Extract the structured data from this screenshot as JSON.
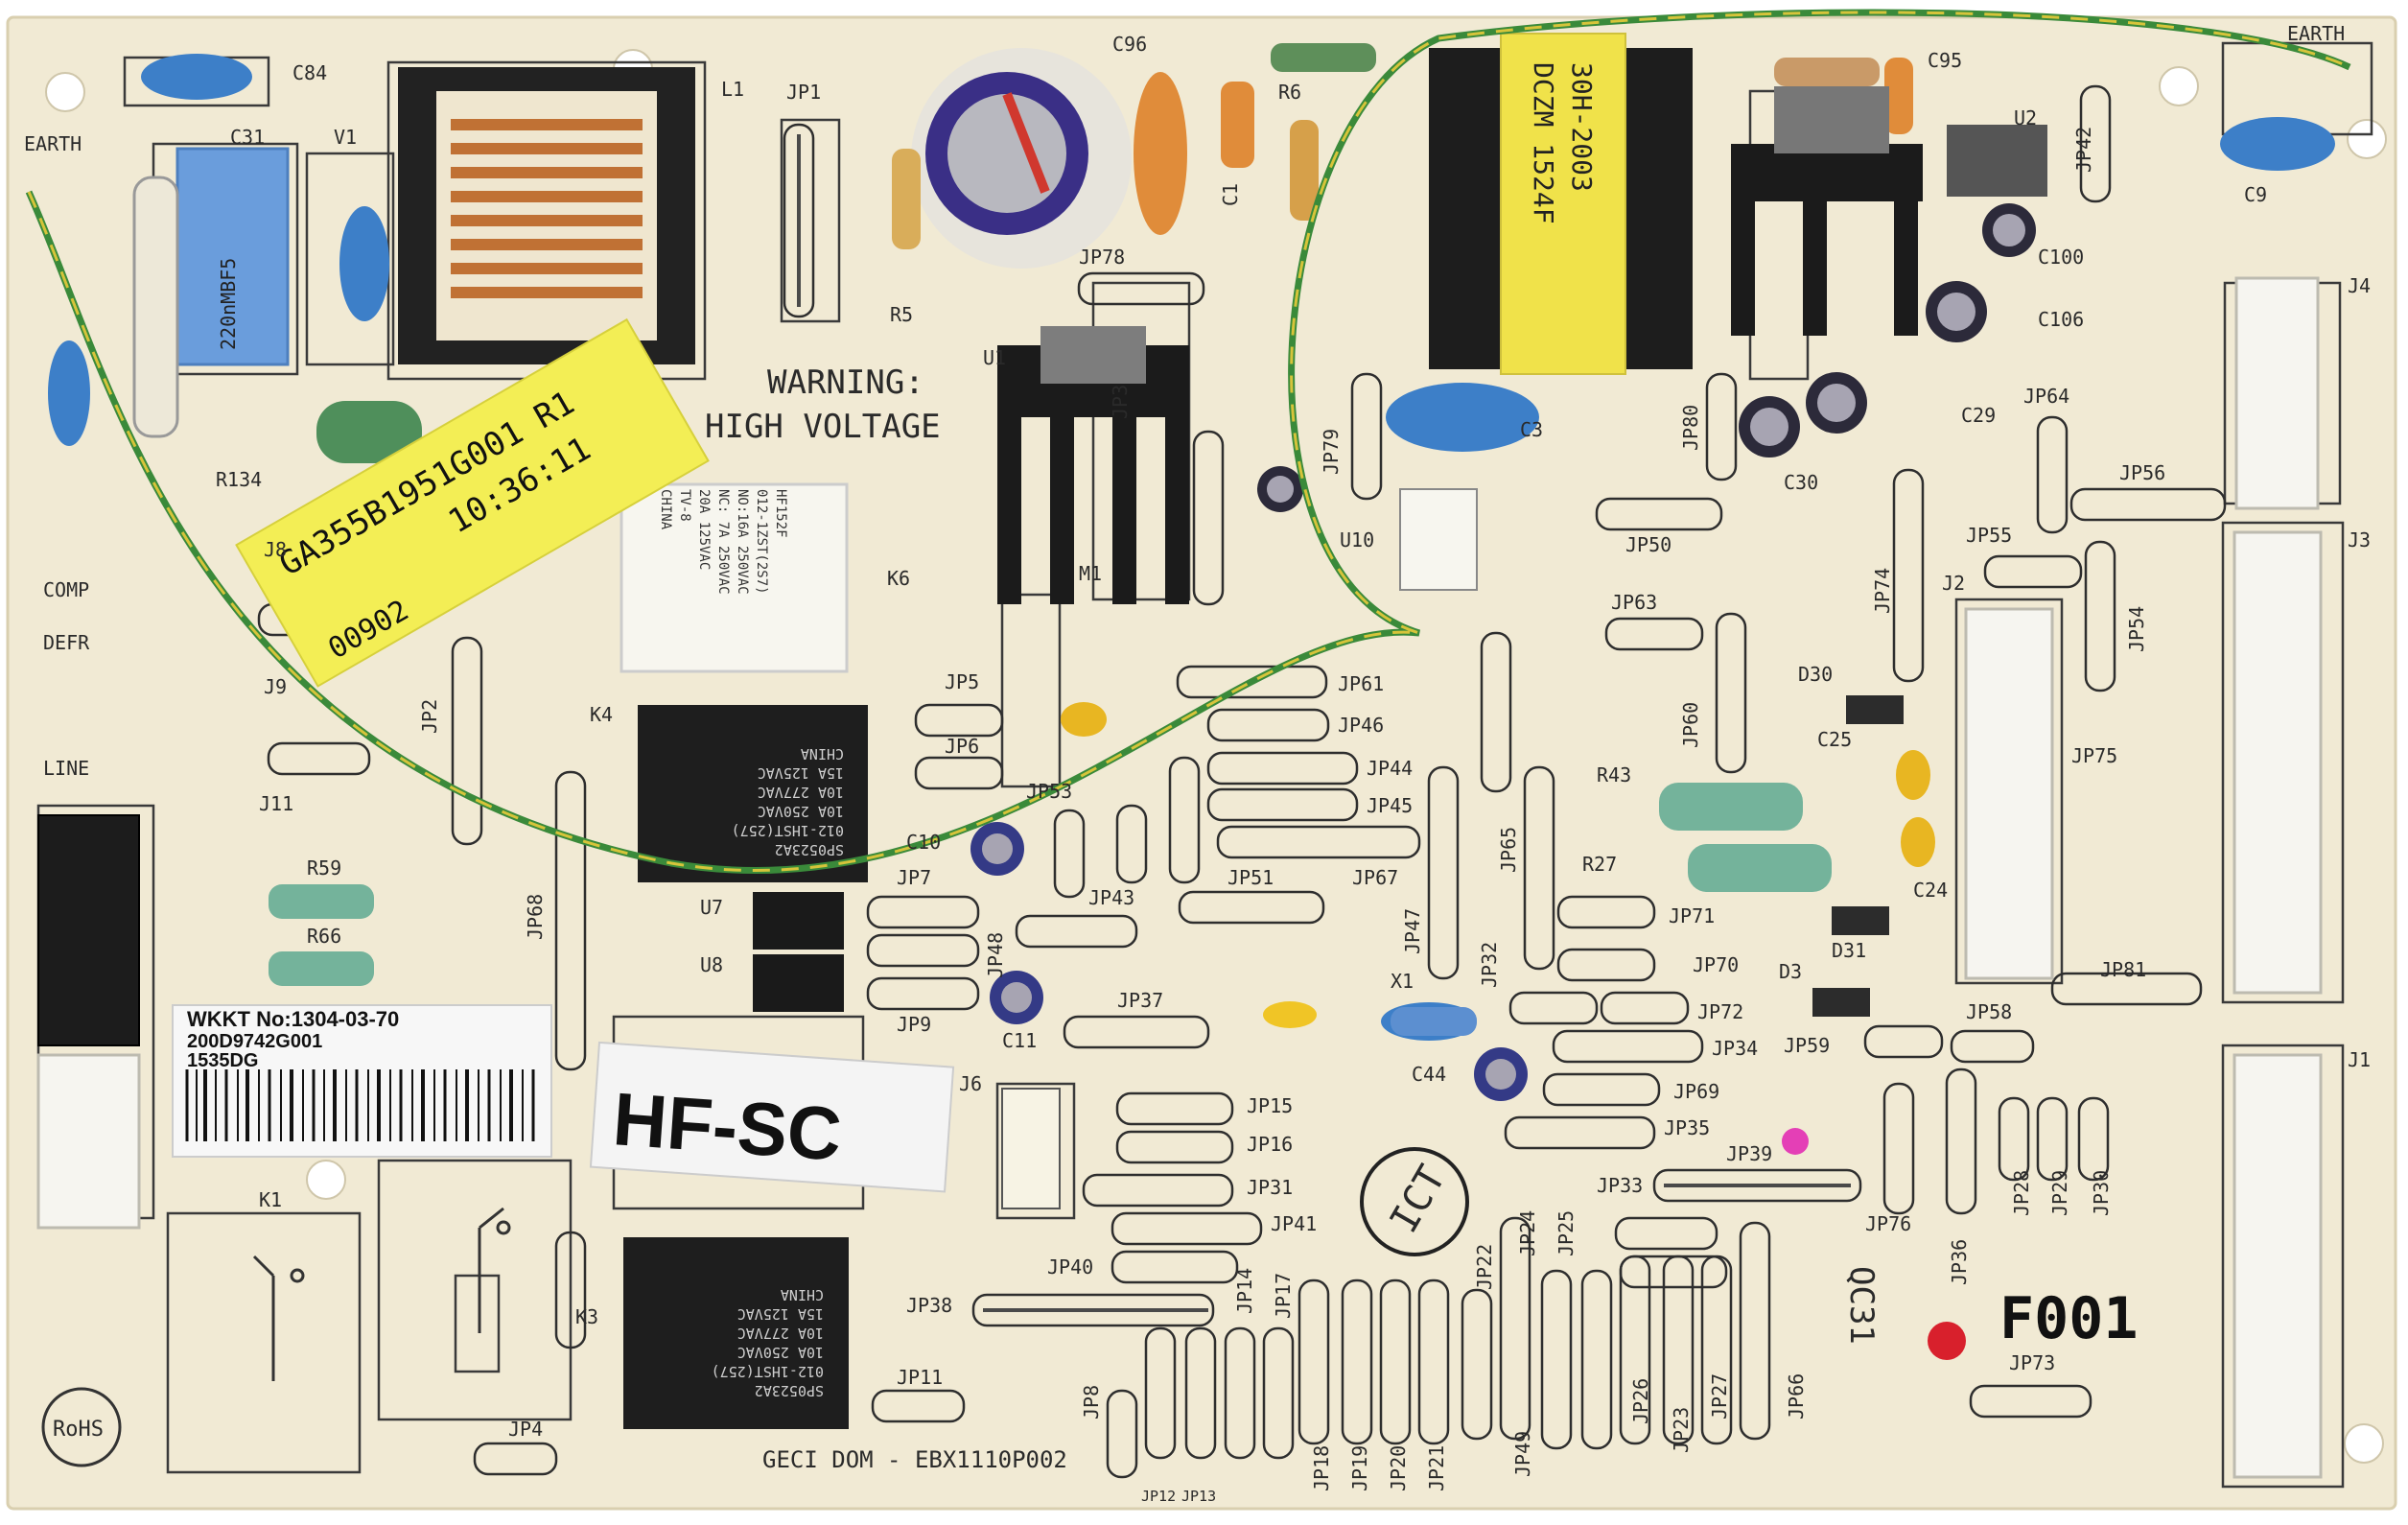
{
  "board": {
    "colors": {
      "pcb": "#f1ead4",
      "silk": "#2a2a2a",
      "copper": "#c77a3c",
      "relay": "#1e1e1e",
      "capBlue": "#3d7fc8",
      "yellowLabel": "#f3ee55",
      "wireGreen": "#3a8a3a",
      "wireYellow": "#d6c43a"
    },
    "warning": [
      "WARNING:",
      "HIGH VOLTAGE"
    ],
    "sticker_yellow": [
      "GA355B1951G001 R1",
      "10:36:11",
      "00902"
    ],
    "label_wkkt": [
      "WKKT No:1304-03-70",
      "200D9742G001",
      "1535DG"
    ],
    "label_hf": "HF-SC",
    "geci": "GECI DOM - EBX1110P002",
    "f001": "F001",
    "qc": "QC31",
    "rohs": "RoHS",
    "ict": "ICT",
    "transformer_text": [
      "30H-2003",
      "DCZM 1524F"
    ],
    "relay_text": {
      "k6": [
        "HF152F",
        "012-1ZST(2S7)",
        "NO:16A 250VAC",
        "NC: 7A 250VAC",
        "20A 125VAC",
        "TV-8",
        "CHINA"
      ],
      "k4": [
        "SP0523A2",
        "012-1HST(257)",
        "10A 250VAC",
        "10A 277VAC",
        "15A 125VAC",
        "CHINA"
      ],
      "k3": [
        "SP0523A2",
        "012-1HST(257)",
        "10A 250VAC",
        "10A 277VAC",
        "15A 125VAC",
        "CHINA"
      ]
    },
    "cap_text": "220nMBF5",
    "labels": [
      {
        "id": "C84",
        "text": "C84"
      },
      {
        "id": "L1",
        "text": "L1"
      },
      {
        "id": "JP1",
        "text": "JP1"
      },
      {
        "id": "C96",
        "text": "C96"
      },
      {
        "id": "R6",
        "text": "R6"
      },
      {
        "id": "C95",
        "text": "C95"
      },
      {
        "id": "EARTH_R",
        "text": "EARTH"
      },
      {
        "id": "EARTH_L",
        "text": "EARTH"
      },
      {
        "id": "C31",
        "text": "C31"
      },
      {
        "id": "V1",
        "text": "V1"
      },
      {
        "id": "C9",
        "text": "C9"
      },
      {
        "id": "U2",
        "text": "U2"
      },
      {
        "id": "JP42",
        "text": "JP42"
      },
      {
        "id": "C100",
        "text": "C100"
      },
      {
        "id": "C106",
        "text": "C106"
      },
      {
        "id": "J4",
        "text": "J4"
      },
      {
        "id": "R5",
        "text": "R5"
      },
      {
        "id": "JP78",
        "text": "JP78"
      },
      {
        "id": "C1",
        "text": "C1"
      },
      {
        "id": "U1",
        "text": "U1"
      },
      {
        "id": "R134",
        "text": "R134"
      },
      {
        "id": "C3",
        "text": "C3"
      },
      {
        "id": "JP79",
        "text": "JP79"
      },
      {
        "id": "JP80",
        "text": "JP80"
      },
      {
        "id": "C29",
        "text": "C29"
      },
      {
        "id": "C30",
        "text": "C30"
      },
      {
        "id": "JP64",
        "text": "JP64"
      },
      {
        "id": "JP56",
        "text": "JP56"
      },
      {
        "id": "J8",
        "text": "J8"
      },
      {
        "id": "COMP",
        "text": "COMP"
      },
      {
        "id": "DEFR",
        "text": "DEFR"
      },
      {
        "id": "J9",
        "text": "J9"
      },
      {
        "id": "K6",
        "text": "K6"
      },
      {
        "id": "M1",
        "text": "M1"
      },
      {
        "id": "U10",
        "text": "U10"
      },
      {
        "id": "JP50",
        "text": "JP50"
      },
      {
        "id": "JP55",
        "text": "JP55"
      },
      {
        "id": "J3",
        "text": "J3"
      },
      {
        "id": "JP74",
        "text": "JP74"
      },
      {
        "id": "J2",
        "text": "J2"
      },
      {
        "id": "JP54",
        "text": "JP54"
      },
      {
        "id": "JP63",
        "text": "JP63"
      },
      {
        "id": "LINE",
        "text": "LINE"
      },
      {
        "id": "J11",
        "text": "J11"
      },
      {
        "id": "K4",
        "text": "K4"
      },
      {
        "id": "JP2",
        "text": "JP2"
      },
      {
        "id": "JP5",
        "text": "JP5"
      },
      {
        "id": "JP6",
        "text": "JP6"
      },
      {
        "id": "JP61",
        "text": "JP61"
      },
      {
        "id": "JP46",
        "text": "JP46"
      },
      {
        "id": "JP44",
        "text": "JP44"
      },
      {
        "id": "JP45",
        "text": "JP45"
      },
      {
        "id": "JP60",
        "text": "JP60"
      },
      {
        "id": "D30",
        "text": "D30"
      },
      {
        "id": "C25",
        "text": "C25"
      },
      {
        "id": "R43",
        "text": "R43"
      },
      {
        "id": "JP75",
        "text": "JP75"
      },
      {
        "id": "R59",
        "text": "R59"
      },
      {
        "id": "R66",
        "text": "R66"
      },
      {
        "id": "JP53",
        "text": "JP53"
      },
      {
        "id": "C10",
        "text": "C10"
      },
      {
        "id": "JP7",
        "text": "JP7"
      },
      {
        "id": "JP51",
        "text": "JP51"
      },
      {
        "id": "JP67",
        "text": "JP67"
      },
      {
        "id": "JP65",
        "text": "JP65"
      },
      {
        "id": "R27",
        "text": "R27"
      },
      {
        "id": "C24",
        "text": "C24"
      },
      {
        "id": "U7",
        "text": "U7"
      },
      {
        "id": "U8",
        "text": "U8"
      },
      {
        "id": "JP48",
        "text": "JP48"
      },
      {
        "id": "JP43",
        "text": "JP43"
      },
      {
        "id": "JP68",
        "text": "JP68"
      },
      {
        "id": "JP47",
        "text": "JP47"
      },
      {
        "id": "JP32",
        "text": "JP32"
      },
      {
        "id": "JP71",
        "text": "JP71"
      },
      {
        "id": "D31",
        "text": "D31"
      },
      {
        "id": "JP9",
        "text": "JP9"
      },
      {
        "id": "C11",
        "text": "C11"
      },
      {
        "id": "JP37",
        "text": "JP37"
      },
      {
        "id": "X1",
        "text": "X1"
      },
      {
        "id": "JP70",
        "text": "JP70"
      },
      {
        "id": "D3",
        "text": "D3"
      },
      {
        "id": "JP72",
        "text": "JP72"
      },
      {
        "id": "JP81",
        "text": "JP81"
      },
      {
        "id": "JP58",
        "text": "JP58"
      },
      {
        "id": "JP59",
        "text": "JP59"
      },
      {
        "id": "J1",
        "text": "J1"
      },
      {
        "id": "C44",
        "text": "C44"
      },
      {
        "id": "JP34",
        "text": "JP34"
      },
      {
        "id": "JP69",
        "text": "JP69"
      },
      {
        "id": "JP35",
        "text": "JP35"
      },
      {
        "id": "J6",
        "text": "J6"
      },
      {
        "id": "JP15",
        "text": "JP15"
      },
      {
        "id": "JP16",
        "text": "JP16"
      },
      {
        "id": "JP39",
        "text": "JP39"
      },
      {
        "id": "JP31",
        "text": "JP31"
      },
      {
        "id": "JP41",
        "text": "JP41"
      },
      {
        "id": "JP33",
        "text": "JP33"
      },
      {
        "id": "JP76",
        "text": "JP76"
      },
      {
        "id": "JP36",
        "text": "JP36"
      },
      {
        "id": "JP28",
        "text": "JP28"
      },
      {
        "id": "JP29",
        "text": "JP29"
      },
      {
        "id": "JP30",
        "text": "JP30"
      },
      {
        "id": "K1",
        "text": "K1"
      },
      {
        "id": "K3",
        "text": "K3"
      },
      {
        "id": "JP40",
        "text": "JP40"
      },
      {
        "id": "JP38",
        "text": "JP38"
      },
      {
        "id": "JP14",
        "text": "JP14"
      },
      {
        "id": "JP17",
        "text": "JP17"
      },
      {
        "id": "JP22",
        "text": "JP22"
      },
      {
        "id": "JP24",
        "text": "JP24"
      },
      {
        "id": "JP25",
        "text": "JP25"
      },
      {
        "id": "JP11",
        "text": "JP11"
      },
      {
        "id": "JP8",
        "text": "JP8"
      },
      {
        "id": "JP12",
        "text": "JP12"
      },
      {
        "id": "JP13",
        "text": "JP13"
      },
      {
        "id": "JP18",
        "text": "JP18"
      },
      {
        "id": "JP19",
        "text": "JP19"
      },
      {
        "id": "JP20",
        "text": "JP20"
      },
      {
        "id": "JP21",
        "text": "JP21"
      },
      {
        "id": "JP49",
        "text": "JP49"
      },
      {
        "id": "JP26",
        "text": "JP26"
      },
      {
        "id": "JP23",
        "text": "JP23"
      },
      {
        "id": "JP27",
        "text": "JP27"
      },
      {
        "id": "JP66",
        "text": "JP66"
      },
      {
        "id": "JP73",
        "text": "JP73"
      },
      {
        "id": "JP4",
        "text": "JP4"
      },
      {
        "id": "JP3",
        "text": "JP3"
      }
    ]
  }
}
